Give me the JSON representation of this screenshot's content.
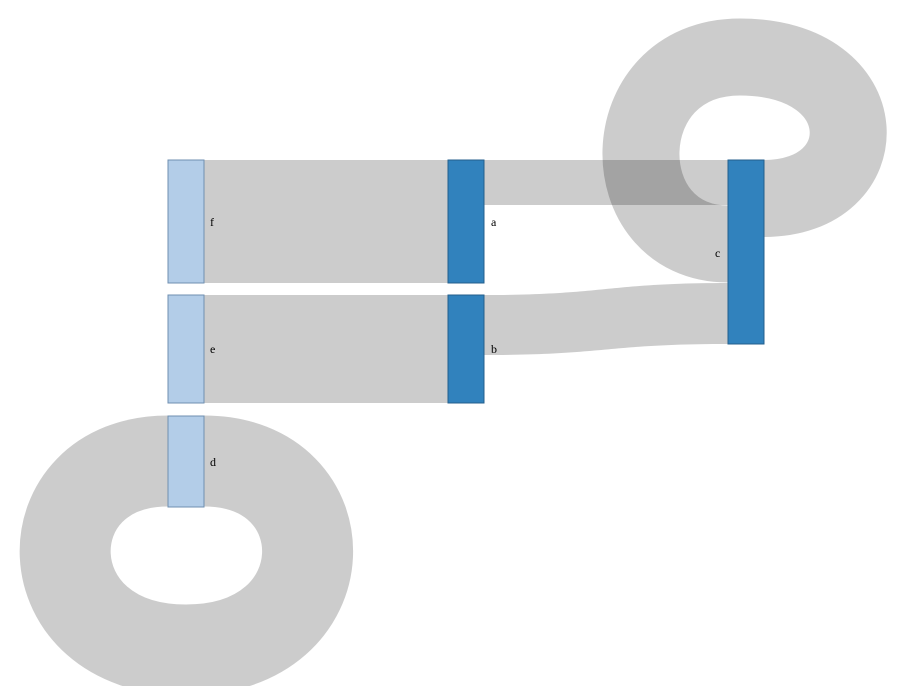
{
  "chart_data": {
    "type": "sankey",
    "title": "",
    "nodes": [
      {
        "id": "f",
        "label": "f",
        "color": "#b3cde8"
      },
      {
        "id": "e",
        "label": "e",
        "color": "#b3cde8"
      },
      {
        "id": "d",
        "label": "d",
        "color": "#b3cde8"
      },
      {
        "id": "a",
        "label": "a",
        "color": "#3182bd"
      },
      {
        "id": "b",
        "label": "b",
        "color": "#3182bd"
      },
      {
        "id": "c",
        "label": "c",
        "color": "#3182bd"
      }
    ],
    "links": [
      {
        "source": "f",
        "target": "a",
        "value": 10
      },
      {
        "source": "e",
        "target": "b",
        "value": 8.8
      },
      {
        "source": "d",
        "target": "d",
        "value": 7.4
      },
      {
        "source": "a",
        "target": "c",
        "value": 3.7
      },
      {
        "source": "b",
        "target": "c",
        "value": 4.9
      },
      {
        "source": "c",
        "target": "c",
        "value": 6.3
      }
    ],
    "link_color": "#cccccc"
  }
}
